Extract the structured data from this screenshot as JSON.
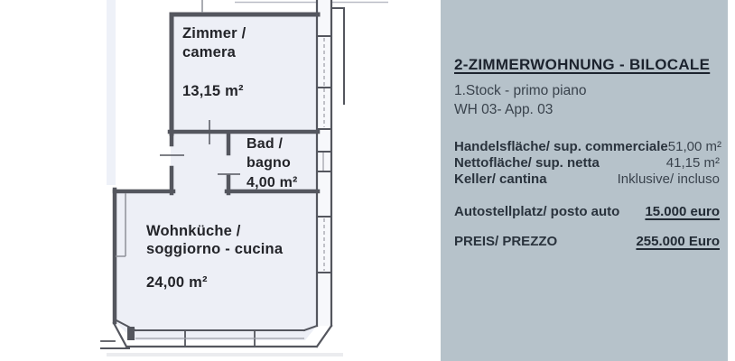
{
  "floor_plan": {
    "rooms": [
      {
        "name_de": "Zimmer /",
        "name_it": "camera",
        "area": "13,15 m²"
      },
      {
        "name_de": "Bad /",
        "name_it": "bagno",
        "area": "4,00 m²"
      },
      {
        "name_de": "Wohnküche /",
        "name_it": "soggiorno - cucina",
        "area": "24,00 m²"
      }
    ]
  },
  "panel": {
    "title": "2-ZIMMERWOHNUNG - BILOCALE",
    "floor": "1.Stock - primo piano",
    "unit": "WH 03- App. 03",
    "specs": [
      {
        "label": "Handelsfläche/ sup. commerciale",
        "value": "51,00 m²"
      },
      {
        "label": "Nettofläche/ sup. netta",
        "value": "41,15 m²"
      },
      {
        "label": "Keller/ cantina",
        "value": "Inklusive/ incluso"
      }
    ],
    "parking": {
      "label": "Autostellplatz/ posto auto",
      "value": "15.000 euro"
    },
    "price": {
      "label": "PREIS/ PREZZO",
      "value": "255.000 Euro"
    }
  },
  "colors": {
    "panel_bg": "#b6c2ca",
    "title_text": "#1c232e",
    "body_text": "#39424c",
    "plan_wall": "#54565e",
    "plan_fill": "#edeff6"
  }
}
